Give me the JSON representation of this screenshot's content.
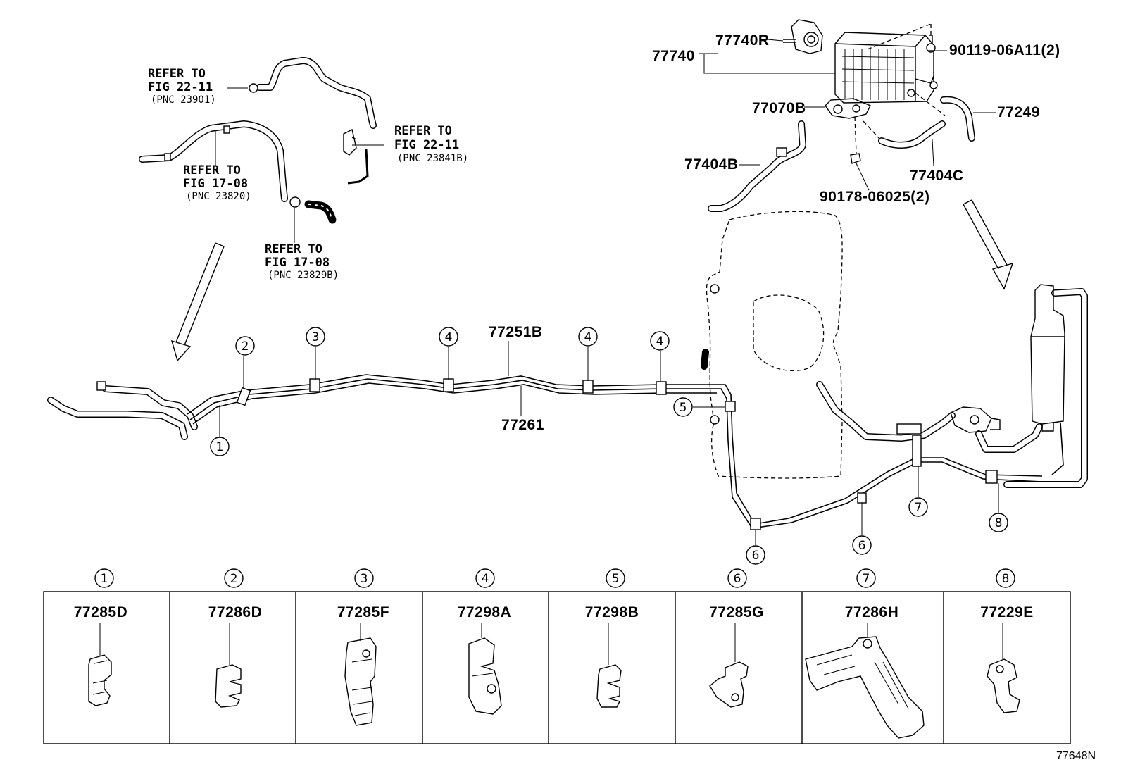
{
  "refs": [
    {
      "line1": "REFER TO",
      "line2": "FIG 22-11",
      "pnc": "(PNC 23901)"
    },
    {
      "line1": "REFER TO",
      "line2": "FIG 22-11",
      "pnc": "(PNC 23841B)"
    },
    {
      "line1": "REFER TO",
      "line2": "FIG 17-08",
      "pnc": "(PNC 23820)"
    },
    {
      "line1": "REFER TO",
      "line2": "FIG 17-08",
      "pnc": "(PNC 23829B)"
    }
  ],
  "parts": {
    "p77740R": "77740R",
    "p77740": "77740",
    "p90119": "90119-06A11(2)",
    "p77070B": "77070B",
    "p77249": "77249",
    "p77404B": "77404B",
    "p77404C": "77404C",
    "p90178": "90178-06025(2)",
    "p77251B": "77251B",
    "p77261": "77261"
  },
  "callouts": [
    "1",
    "2",
    "3",
    "4",
    "5",
    "6",
    "7",
    "8"
  ],
  "clamps": [
    {
      "num": "1",
      "part": "77285D"
    },
    {
      "num": "2",
      "part": "77286D"
    },
    {
      "num": "3",
      "part": "77285F"
    },
    {
      "num": "4",
      "part": "77298A"
    },
    {
      "num": "5",
      "part": "77298B"
    },
    {
      "num": "6",
      "part": "77285G"
    },
    {
      "num": "7",
      "part": "77286H"
    },
    {
      "num": "8",
      "part": "77229E"
    }
  ],
  "figure_id": "77648N"
}
